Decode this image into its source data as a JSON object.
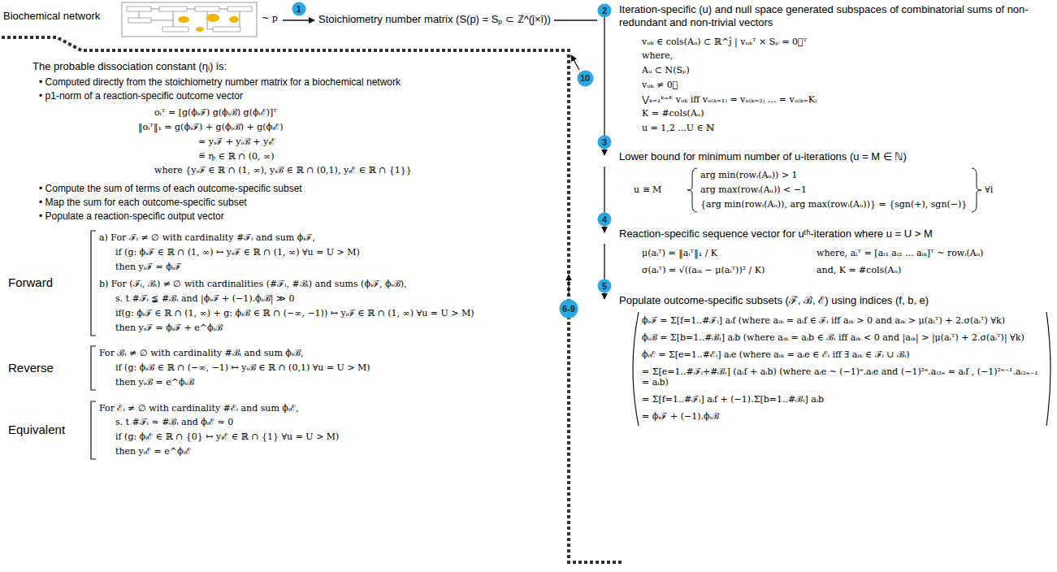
{
  "diagram": {
    "nodes": [
      {
        "text": [
          "1"
        ]
      },
      {
        "text": [
          "2"
        ]
      },
      {
        "text": [
          "3"
        ]
      },
      {
        "text": [
          "4"
        ]
      },
      {
        "text": [
          "5"
        ]
      },
      {
        "text": [
          "6-9"
        ]
      },
      {
        "text": [
          "10"
        ]
      }
    ],
    "labels": [
      "Biochemical network",
      "~ p",
      "Stoichiometry number matrix (S(p) = Sₚ ⊂ ℤ^(ĵ×î))",
      "Iteration-specific (u) and null space generated subspaces of combinatorial sums of non-redundant and non-trivial vectors",
      "vᵤₖ ∈ cols(Aᵤ) ⊂ ℝ^ĵ | vᵤₖᵀ × Sₚ = 0⃗ᵀ",
      "where,",
      "Aᵤ ⊂ N(Sₚ)",
      "vᵤₖ ≠ 0⃗",
      "⋁ₖ₌₁ᵏ⁼ᴷ vᵤₖ iff vᵤ₍ₖ₌₁₎ = vᵤ₍ₖ₌₂₎ ... = vᵤ₍ₖ₌K₎",
      "K = #cols(Aᵤ)",
      "u = 1,2 ...U ∈ ℕ",
      "Lower bound for minimum number of u-iterations (u = M ∈ ℕ)",
      "u ≅ M",
      "arg min(rowᵢ(Aᵤ)) > 1",
      "arg max(rowᵢ(Aᵤ)) < −1",
      "{arg min(rowᵢ(Aᵤ)), arg max(rowᵢ(Aᵤ))} = {sgn(+), sgn(−)}",
      "∀i",
      "Reaction-specific sequence vector for uᵗʰ-iteration where u = U > M",
      "μ(aᵢᵀ) = ‖aᵢᵀ‖₁ / K",
      "where, aᵢᵀ = [aᵢ₁ aᵢ₂ ... aᵢₖ]ᵀ ~ rowᵢ(Aᵤ)",
      "σ(aᵢᵀ) = √((aᵢₖ − μ(aᵢᵀ))² / K)",
      "and, K = #cols(Aᵤ)",
      "Populate outcome-specific subsets (ℱ, ℬ, ℰ) using indices (f, b, e)",
      "ϕᵢℱ = Σ[f=1..#ℱᵢ] aᵢf (where aᵢₖ = aᵢf ∈ ℱᵢ iff aᵢₖ > 0 and aᵢₖ > μ(aᵢᵀ) + 2.σ(aᵢᵀ) ∀k)",
      "ϕᵢℬ = Σ[b=1..#ℬᵢ] aᵢb (where aᵢₖ = aᵢb ∈ ℬᵢ iff aᵢₖ < 0 and |aᵢₖ| > |μ(aᵢᵀ) + 2.σ(aᵢᵀ)| ∀k)",
      "ϕᵢℰ = Σ[e=1..#ℰᵢ] aᵢe (where aᵢₖ = aᵢe ∈ ℰᵢ iff ∃ aᵢₖ ∈ ℱᵢ ∪ ℬᵢ)",
      "= Σ[e=1..#ℱᵢ+#ℬᵢ] (aᵢf + aᵢb) (where aᵢe ~ (−1)ᵉ.aᵢe and (−1)²ᵉ.aᵢ₂ₑ = aᵢf , (−1)²ᵉ⁻¹.aᵢ₂ₑ₋₁ = aᵢb)",
      "= Σ[f=1..#ℱᵢ] aᵢf + (−1).Σ[b=1..#ℬᵢ] aᵢb",
      "= ϕᵢℱ + (−1).ϕᵢℬ",
      "The probable dissociation constant (ηᵢ) is:",
      "• Computed directly from the stoichiometry number matrix for a biochemical network",
      "• p1-norm of a reaction-specific outcome vector",
      "oᵢᵀ = [g(ϕᵢℱ) g(ϕᵢℬ) g(ϕᵢℰ)]ᵀ",
      "‖oᵢᵀ‖₁ = g(ϕᵢℱ) + g(ϕᵢℬ) + g(ϕᵢℰ)",
      "= yᵢℱ + yᵢℬ + yᵢℰ",
      "≝ ηᵢ ∈ ℝ ∩ (0, ∞)",
      "where {yᵢℱ ∈ ℝ ∩ (1, ∞), yᵢℬ ∈ ℝ ∩ (0,1), yᵢℰ ∈ ℝ ∩ {1}}",
      "• Compute the sum of terms of each outcome-specific subset",
      "• Map the sum for each outcome-specific subset",
      "• Populate a reaction-specific output vector",
      "Forward",
      "a) For ℱᵢ ≠ ∅ with cardinality #ℱᵢ and sum ϕᵢℱ,",
      "if (g: ϕᵢℱ ∈ ℝ ∩ (1, ∞) ↦ yᵢℱ ∈ ℝ ∩ (1, ∞) ∀u = U > M)",
      "then yᵢℱ = ϕᵢℱ",
      "b) For (ℱᵢ, ℬᵢ) ≠ ∅ with cardinalities (#ℱᵢ, #ℬᵢ) and sums (ϕᵢℱ, ϕᵢℬ),",
      "s. t #ℱᵢ ≨ #ℬᵢ and |ϕᵢℱ + (−1).ϕᵢℬ| ≫ 0",
      "if(g: ϕᵢℱ ∈ ℝ ∩ (1, ∞) + g: ϕᵢℬ ∈ ℝ ∩ (−∞, −1)) ↦ yᵢℱ ∈ ℝ ∩ (1, ∞) ∀u = U > M)",
      "then yᵢℱ = ϕᵢℱ + e^ϕᵢℬ",
      "Reverse",
      "For ℬᵢ ≠ ∅ with cardinality #ℬᵢ and sum ϕᵢℬ,",
      "if (g: ϕᵢℬ ∈ ℝ ∩ (−∞, −1) ↦ yᵢℬ ∈ ℝ ∩ (0,1) ∀u = U > M)",
      "then yᵢℬ = e^ϕᵢℬ",
      "Equivalent",
      "For ℰᵢ ≠ ∅ with cardinality #ℰᵢ and sum ϕᵢℰ,",
      "s. t #ℱᵢ ≈ #ℬᵢ and ϕᵢℰ ≈ 0",
      "if (g: ϕᵢℰ ∈ ℝ ∩ {0} ↦ yᵢℰ ∈ ℝ ∩ {1} ∀u = U > M)",
      "then yᵢℰ = e^ϕᵢℰ"
    ]
  }
}
